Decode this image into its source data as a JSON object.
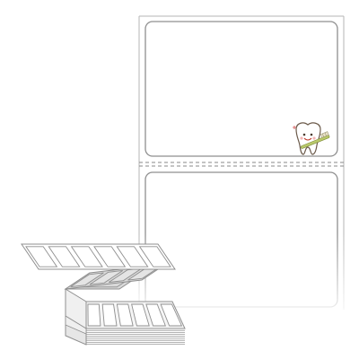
{
  "product": {
    "label_shape": "rectangle-rounded",
    "labels_per_sheet_shown": 2,
    "perforation": "dashed",
    "mascot": "tooth-with-toothbrush-icon"
  },
  "colors": {
    "sheet_border": "#b5b5b5",
    "label_border": "#8f8f8f",
    "perforation": "#8a8a8a",
    "stack_fill": "#d9d9d9",
    "tooth_outline": "#6b5a4a",
    "brush_handle": "#b9c96a",
    "brush_head": "#e9e3c8"
  }
}
